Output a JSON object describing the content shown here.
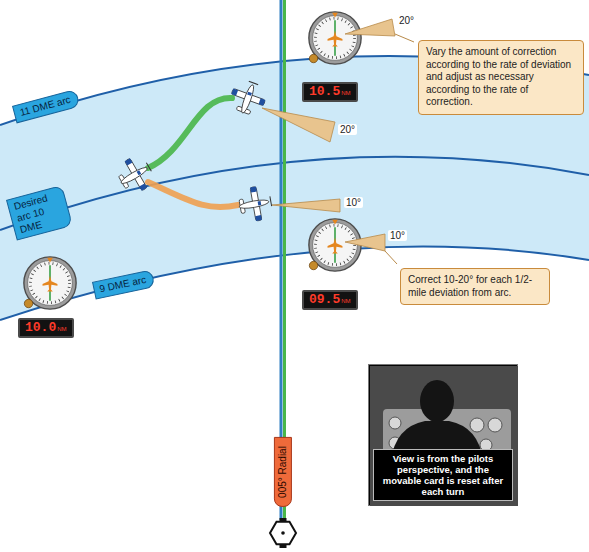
{
  "diagram": {
    "nodes": [
      {
        "text": [
          "11 DME arc"
        ]
      },
      {
        "text": [
          "Desired arc 10 DME"
        ]
      },
      {
        "text": [
          "9 DME arc"
        ]
      },
      {
        "text": [
          "Vary the amount of correction according to the rate of deviation and adjust as necessary according to the rate of correction."
        ]
      },
      {
        "text": [
          "10.5",
          "NM"
        ]
      },
      {
        "text": [
          "10.0",
          "NM"
        ]
      },
      {
        "text": [
          "Correct 10-20° for each 1/2-mile deviation from arc."
        ]
      },
      {
        "text": [
          "09.5",
          "NM"
        ]
      },
      {
        "text": [
          "005° Radial"
        ]
      },
      {
        "text": [
          "View is from the pilots perspective, and the movable card is reset after each turn"
        ]
      }
    ],
    "labels": [
      "20°",
      "20°",
      "10°",
      "10°"
    ]
  }
}
